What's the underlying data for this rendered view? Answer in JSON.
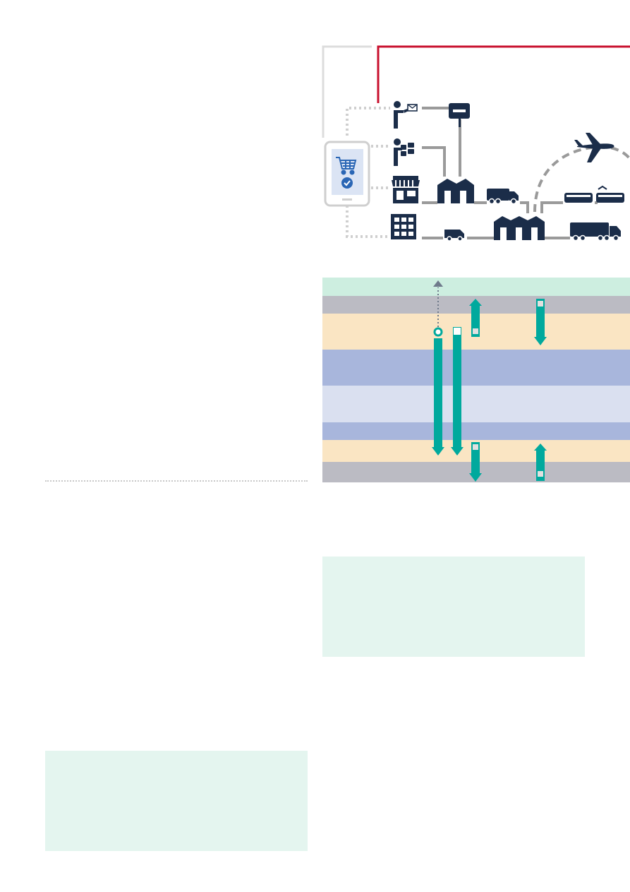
{
  "colors": {
    "navy": "#1b2d49",
    "connector_gray": "#9a9a9a",
    "dotted_gray": "#cfcfcf",
    "frame_gray": "#dcdcdc",
    "accent_red": "#c8102e",
    "teal": "#00a99d",
    "mint": "#e4f5ef",
    "band_mint": "#cdeee0",
    "band_gray": "#bbbbc3",
    "band_peach": "#fae5c3",
    "band_blue": "#a8b6dc",
    "band_lightblue": "#dae0f0",
    "arrow_slate": "#6f7a8b"
  },
  "network_diagram": {
    "icons": [
      "tablet-icon",
      "shopping-cart-icon",
      "check-icon",
      "courier-with-letter-icon",
      "mailbox-icon",
      "courier-with-parcels-icon",
      "storefront-icon",
      "depot-icon",
      "delivery-truck-icon",
      "office-building-icon",
      "delivery-van-icon",
      "distribution-hub-icon",
      "airplane-icon",
      "train-icon",
      "articulated-truck-icon"
    ]
  },
  "layer_diagram": {
    "bands": [
      {
        "name": "top-band",
        "color": "#cdeee0"
      },
      {
        "name": "gray-band",
        "color": "#bbbbc3"
      },
      {
        "name": "peach-band",
        "color": "#fae5c3"
      },
      {
        "name": "blue-band",
        "color": "#a8b6dc"
      },
      {
        "name": "light-blue-band",
        "color": "#dae0f0"
      },
      {
        "name": "blue-band-lower",
        "color": "#a8b6dc"
      },
      {
        "name": "peach-band-lower",
        "color": "#fae5c3"
      },
      {
        "name": "gray-band-lower",
        "color": "#bbbbc3"
      }
    ]
  }
}
